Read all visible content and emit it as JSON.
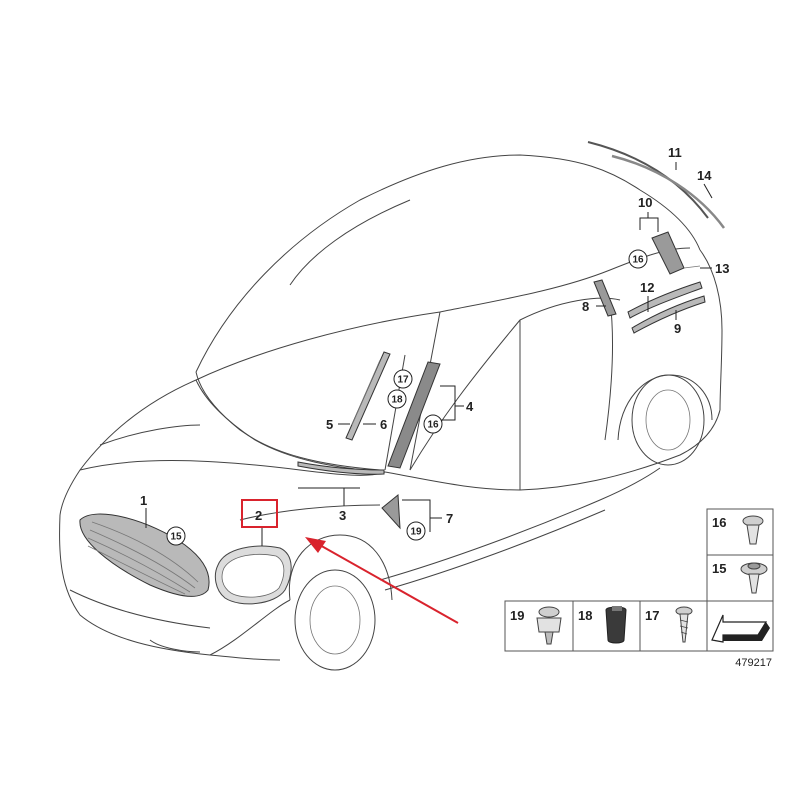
{
  "callouts": {
    "c1": "1",
    "c2": "2",
    "c3": "3",
    "c4": "4",
    "c5": "5",
    "c6": "6",
    "c7": "7",
    "c8": "8",
    "c9": "9",
    "c10": "10",
    "c11": "11",
    "c12": "12",
    "c13": "13",
    "c14": "14"
  },
  "circled_refs": {
    "grille_15": "15",
    "pillar_17": "17",
    "pillar_18": "18",
    "pillar_16": "16",
    "mirror_19": "19",
    "rear_16": "16"
  },
  "fastener_panel": {
    "box_16": "16",
    "box_15": "15",
    "box_19": "19",
    "box_18": "18",
    "box_17": "17"
  },
  "diagram_number": "479217",
  "colors": {
    "highlight": "#d9232d",
    "line": "#444444",
    "part_fill": "#b9b9b9"
  },
  "icons": {
    "pointer": "red-arrow-icon",
    "nav": "arrow-icon"
  }
}
